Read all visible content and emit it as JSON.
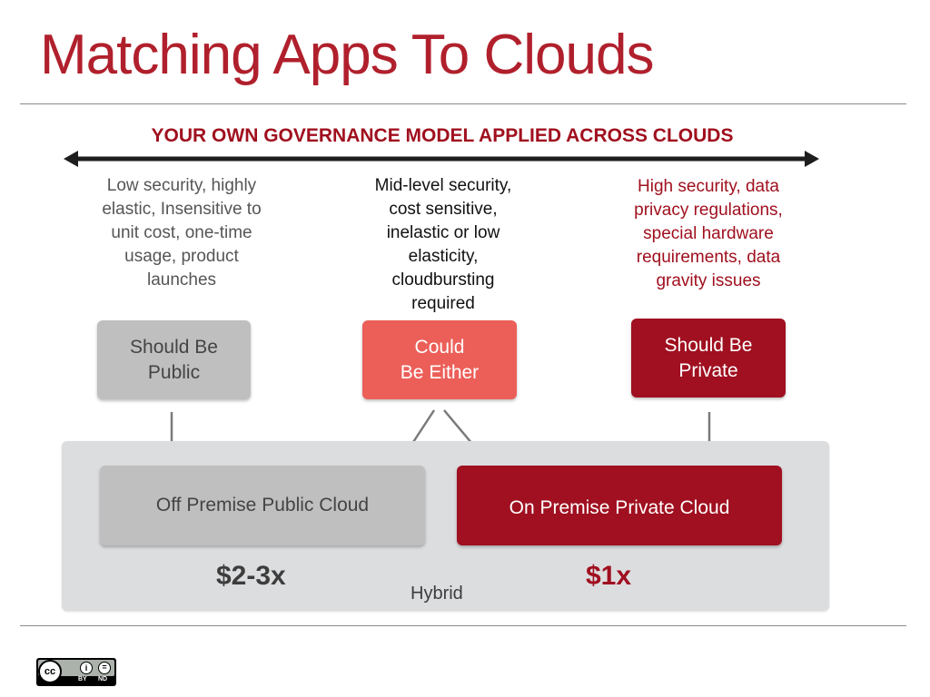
{
  "slide": {
    "title": "Matching Apps To Clouds",
    "subtitle": "YOUR OWN GOVERNANCE MODEL APPLIED ACROSS CLOUDS"
  },
  "columns": [
    {
      "description_lines": [
        "Low security, highly",
        "elastic, Insensitive to",
        "unit cost, one-time",
        "usage, product",
        "launches"
      ],
      "box_lines": [
        "Should Be",
        "Public"
      ],
      "colors": {
        "text": "#555555",
        "box_bg": "#bfbfbf",
        "box_text": "#444444"
      }
    },
    {
      "description_lines": [
        "Mid-level security,",
        "cost sensitive,",
        "inelastic or low",
        "elasticity,",
        "cloudbursting",
        "required"
      ],
      "box_lines": [
        "Could",
        "Be Either"
      ],
      "colors": {
        "text": "#111111",
        "box_bg": "#ec5f59",
        "box_text": "#ffffff"
      }
    },
    {
      "description_lines": [
        "High security, data",
        "privacy regulations,",
        "special hardware",
        "requirements, data",
        "gravity issues"
      ],
      "box_lines": [
        "Should Be",
        "Private"
      ],
      "colors": {
        "text": "#a0101e",
        "box_bg": "#a01020",
        "box_text": "#ffffff"
      }
    }
  ],
  "clouds": {
    "public": {
      "label": "Off Premise Public Cloud",
      "price": "$2-3x"
    },
    "private": {
      "label": "On Premise Private Cloud",
      "price": "$1x"
    },
    "hybrid_label": "Hybrid"
  },
  "license": {
    "badge": "cc",
    "terms": [
      "BY",
      "ND"
    ]
  },
  "colors": {
    "accent": "#b0202c",
    "dark_red": "#a01020",
    "coral": "#ec5f59",
    "gray_box": "#bfbfbf",
    "hybrid_bg": "#dcdddf"
  }
}
